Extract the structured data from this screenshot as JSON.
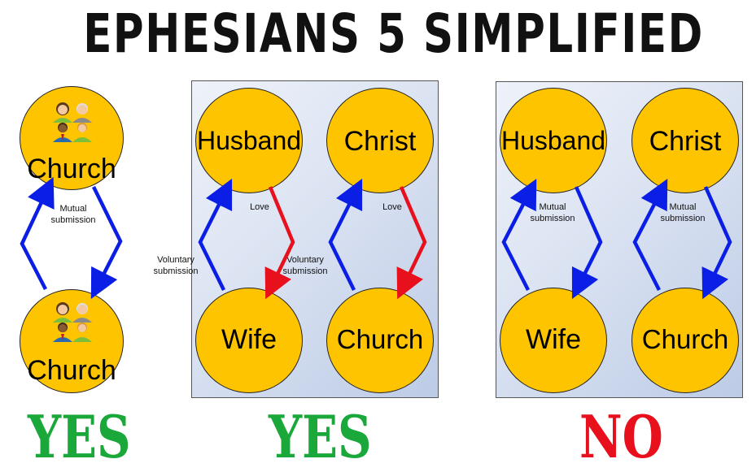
{
  "title": "EPHESIANS 5 SIMPLIFIED",
  "colors": {
    "node": "#ffc400",
    "submission_arrow": "#0a1ee6",
    "love_arrow": "#e8101c",
    "yes": "#1aa83a",
    "no": "#e8101c"
  },
  "diagram_left": {
    "top_node": "Church",
    "bottom_node": "Church",
    "arrow_label": "Mutual submission",
    "icons": [
      "people-group-icon",
      "people-group-icon"
    ],
    "verdict": "YES"
  },
  "diagram_middle": {
    "pair1": {
      "top_node": "Husband",
      "bottom_node": "Wife",
      "love_label": "Love",
      "submission_label": "Voluntary submission"
    },
    "pair2": {
      "top_node": "Christ",
      "bottom_node": "Church",
      "love_label": "Love",
      "submission_label": "Voluntary submission"
    },
    "verdict": "YES"
  },
  "diagram_right": {
    "pair1": {
      "top_node": "Husband",
      "bottom_node": "Wife",
      "label": "Mutual submission"
    },
    "pair2": {
      "top_node": "Christ",
      "bottom_node": "Church",
      "label": "Mutual submission"
    },
    "verdict": "NO"
  }
}
